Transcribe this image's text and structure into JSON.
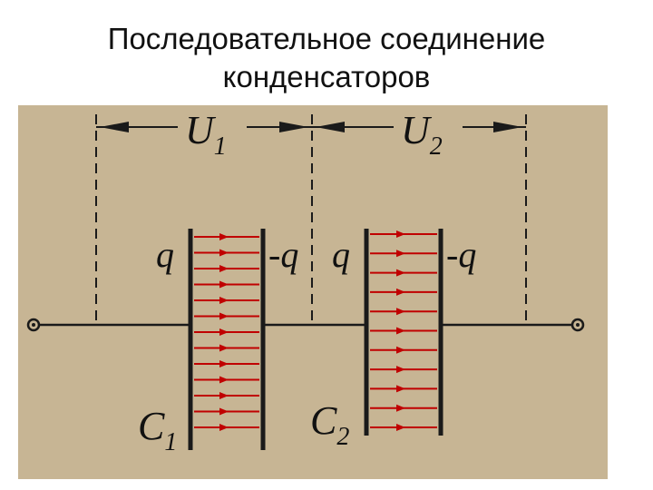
{
  "title": {
    "line1": "Последовательное соединение",
    "line2": "конденсаторов"
  },
  "colors": {
    "panel": "#c7b594",
    "wire": "#1a1a1a",
    "field": "#c00000",
    "text": "#111111"
  },
  "voltages": [
    {
      "letter": "U",
      "sub": "1"
    },
    {
      "letter": "U",
      "sub": "2"
    }
  ],
  "capacitors": [
    {
      "letter": "C",
      "sub": "1",
      "plus_label": "q",
      "minus_label": "-q"
    },
    {
      "letter": "C",
      "sub": "2",
      "plus_label": "q",
      "minus_label": "-q"
    }
  ],
  "icons": [
    "terminal-left-icon",
    "terminal-right-icon",
    "arrow-left-icon",
    "arrow-right-icon"
  ]
}
